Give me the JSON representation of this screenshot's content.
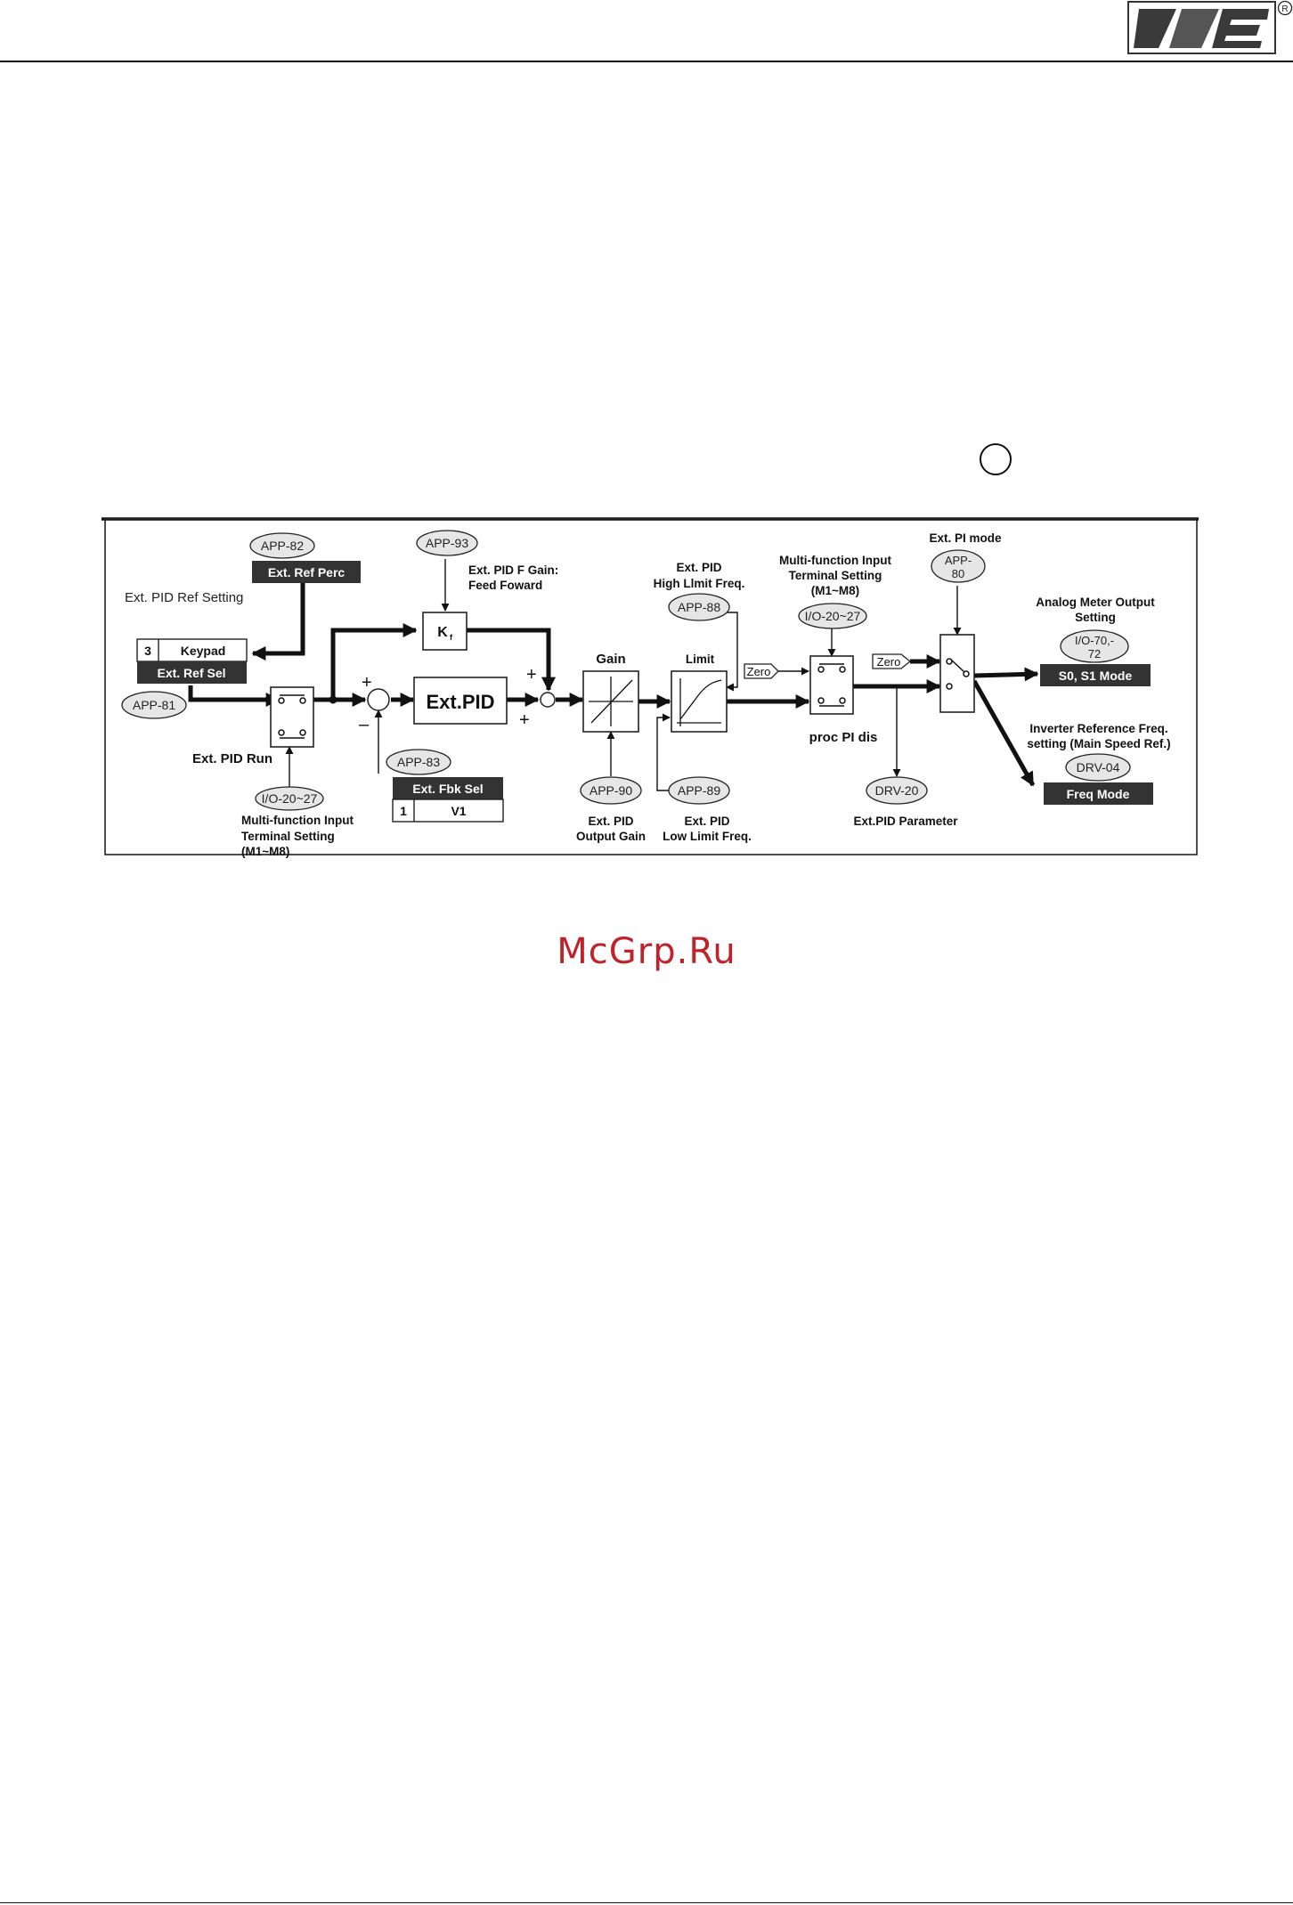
{
  "header": {
    "logo_icon": "company-logo-icon",
    "registered_icon": "registered-trademark-icon"
  },
  "diagram": {
    "ext_pid_ref_setting": "Ext. PID Ref Setting",
    "keypad_box": {
      "num": "3",
      "label": "Keypad",
      "title": "Ext. Ref Sel"
    },
    "ext_ref_perc": "Ext. Ref Perc",
    "ext_fbk_sel": {
      "title": "Ext. Fbk Sel",
      "num": "1",
      "label": "V1"
    },
    "ext_pid_run": "Ext. PID Run",
    "mfi_left": {
      "line1": "Multi-function Input",
      "line2": "Terminal Setting",
      "line3": "(M1~M8)"
    },
    "pid_block": "Ext.PID",
    "kf": {
      "k": "K",
      "sub": "f"
    },
    "ff_gain": {
      "line1": "Ext. PID F Gain:",
      "line2": "Feed Foward"
    },
    "gain": "Gain",
    "limit": "Limit",
    "high_limit": {
      "line1": "Ext. PID",
      "line2": "High Llmit Freq."
    },
    "output_gain": {
      "line1": "Ext. PID",
      "line2": "Output Gain"
    },
    "low_limit": {
      "line1": "Ext. PID",
      "line2": "Low Limit Freq."
    },
    "mfi_right": {
      "line1": "Multi-function Input",
      "line2": "Terminal Setting",
      "line3": "(M1~M8)"
    },
    "proc_pi_dis": "proc PI dis",
    "ext_pid_parameter": "Ext.PID Parameter",
    "ext_pi_mode": "Ext. PI mode",
    "zero_label": "Zero",
    "analog_meter": {
      "line1": "Analog Meter Output",
      "line2": "Setting"
    },
    "s0s1_mode": "S0, S1 Mode",
    "inverter_ref": {
      "line1": "Inverter Reference Freq.",
      "line2": "setting (Main Speed Ref.)"
    },
    "freq_mode": "Freq Mode",
    "sum_signs": {
      "plus": "+",
      "minus": "–"
    },
    "params": {
      "app82": "APP-82",
      "app81": "APP-81",
      "app93": "APP-93",
      "app83": "APP-83",
      "io2027_left": "I/O-20~27",
      "app90": "APP-90",
      "app88": "APP-88",
      "app89": "APP-89",
      "io2027_right": "I/O-20~27",
      "drv20": "DRV-20",
      "app80": {
        "line1": "APP-",
        "line2": "80"
      },
      "io7072": {
        "line1": "I/O-70,-",
        "line2": "72"
      },
      "drv04": "DRV-04"
    }
  },
  "watermark": "McGrp.Ru"
}
